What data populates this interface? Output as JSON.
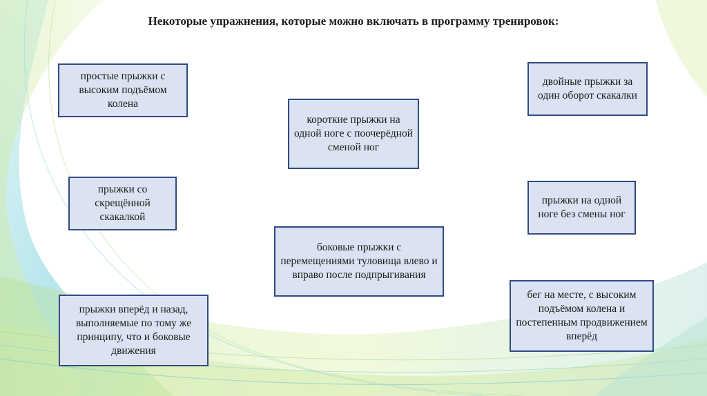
{
  "slide": {
    "title": "Некоторые упражнения, которые можно включать в программу тренировок:",
    "exercises": [
      "простые прыжки с высоким подъёмом колена",
      "двойные прыжки за один оборот скакалки",
      "короткие прыжки на одной ноге с поочерёдной сменой ног",
      "прыжки со скрещённой скакалкой",
      "прыжки на одной ноге без смены ног",
      "боковые прыжки с перемещениями туловища влево и вправо после подпрыгивания",
      "прыжки вперёд и назад, выполняемые по тому же принципу, что и боковые движения",
      "бег на месте, с высоким подъёмом колена и постепенным продвижением вперёд"
    ]
  },
  "colors": {
    "box_fill": "#dbe2f1",
    "box_border": "#2f4a86",
    "accent_teal": "#6fcfd6",
    "accent_green": "#a9d86b"
  }
}
